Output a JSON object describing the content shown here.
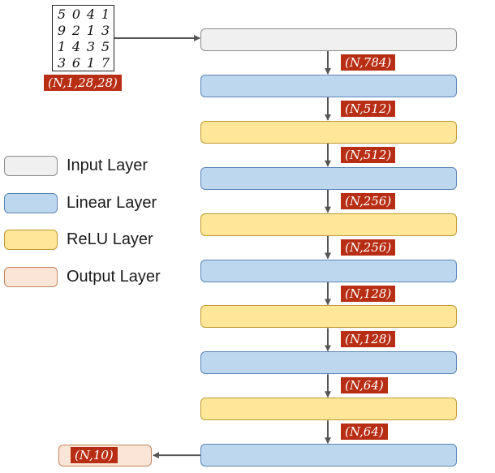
{
  "input_image": {
    "digits": [
      "5",
      "0",
      "4",
      "1",
      "9",
      "2",
      "1",
      "3",
      "1",
      "4",
      "3",
      "5",
      "3",
      "6",
      "1",
      "7"
    ],
    "shape_label": "(N,1,28,28)"
  },
  "layers": [
    {
      "type": "input"
    },
    {
      "type": "linear"
    },
    {
      "type": "relu"
    },
    {
      "type": "linear"
    },
    {
      "type": "relu"
    },
    {
      "type": "linear"
    },
    {
      "type": "relu"
    },
    {
      "type": "linear"
    },
    {
      "type": "relu"
    },
    {
      "type": "linear"
    }
  ],
  "edge_labels": [
    "(N,784)",
    "(N,512)",
    "(N,512)",
    "(N,256)",
    "(N,256)",
    "(N,128)",
    "(N,128)",
    "(N,64)",
    "(N,64)"
  ],
  "output": {
    "type": "output",
    "shape_label": "(N,10)"
  },
  "legend": [
    {
      "type": "input",
      "label": "Input Layer"
    },
    {
      "type": "linear",
      "label": "Linear Layer"
    },
    {
      "type": "relu",
      "label": "ReLU Layer"
    },
    {
      "type": "output",
      "label": "Output Layer"
    }
  ],
  "colors": {
    "input": {
      "fill": "#f0f0f0",
      "stroke": "#8c8c8c"
    },
    "linear": {
      "fill": "#bdd7ee",
      "stroke": "#5b86b5"
    },
    "relu": {
      "fill": "#ffe699",
      "stroke": "#bf9a2f"
    },
    "output": {
      "fill": "#fbe5d6",
      "stroke": "#c0855e"
    },
    "label_bg": "#b82e14",
    "arrow": "#555555"
  }
}
